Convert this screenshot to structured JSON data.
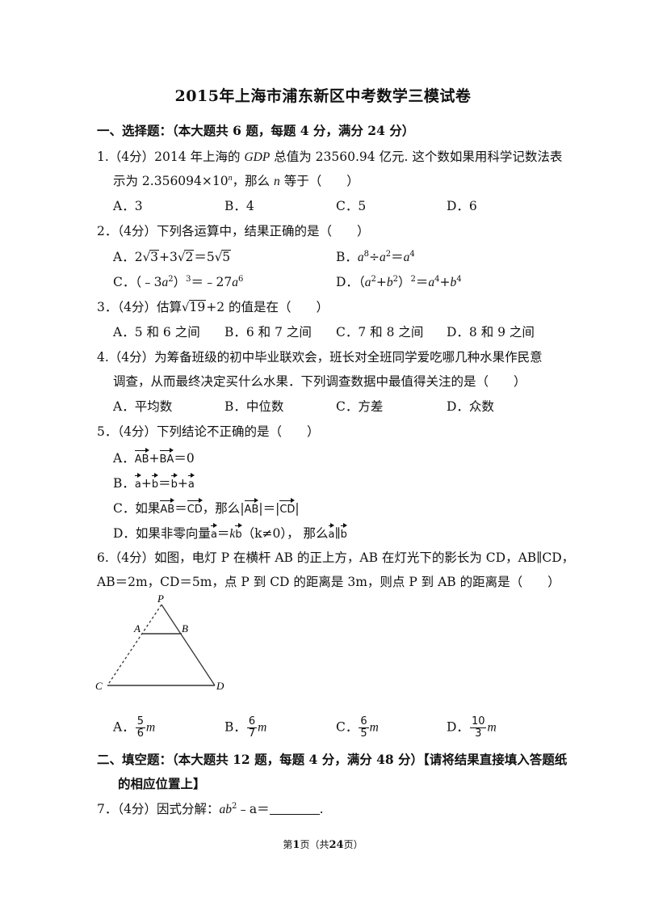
{
  "title": "2015年上海市浦东新区中考数学三模试卷",
  "section1": "一、选择题：（本大题共 6 题，每题 4 分，满分 24 分）",
  "q1": {
    "prefix": "1.（4分）2014 年上海的 ",
    "gdp": "GDP",
    "mid": " 总值为 23560.94 亿元. 这个数如果用科学记数法表",
    "line2a": "示为 2.356094×10",
    "n": "n",
    "line2b": "，那么 ",
    "line2c": " 等于（　　）",
    "options": [
      "A．3",
      "B．4",
      "C．5",
      "D．6"
    ]
  },
  "q2": {
    "stem": "2．（4分）下列各运算中，结果正确的是（　　）",
    "labels": [
      "A．",
      "B．",
      "C．",
      "D．"
    ]
  },
  "q3": {
    "stem_a": "3．（4分）估算",
    "radicand": "19",
    "stem_b": "+2 的值是在（　　）",
    "options": [
      "A．5 和 6 之间",
      "B．6 和 7 之间",
      "C．7 和 8 之间",
      "D．8 和 9 之间"
    ]
  },
  "q4": {
    "line1": "4.（4分）为筹备班级的初中毕业联欢会，班长对全班同学爱吃哪几种水果作民意",
    "line2": "调查，从而最终决定买什么水果．下列调查数据中最值得关注的是（　　）",
    "options": [
      "A．平均数",
      "B．中位数",
      "C．方差",
      "D．众数"
    ]
  },
  "q5": {
    "stem": "5．（4分）下列结论不正确的是（　　）",
    "a": "A．",
    "b": "B．",
    "c1": "C．如果",
    "c2": "，那么",
    "d1": "D．如果非零向量",
    "d2": "（",
    "d3": "k≠0）， 那么"
  },
  "q6": {
    "line1": "6.（4分）如图，电灯 P 在横杆 AB 的正上方，AB 在灯光下的影长为 CD，AB∥CD，",
    "line2": "AB＝2m，CD＝5m，点 P 到 CD 的距离是 3m，则点 P 到 AB 的距离是（　　）",
    "figure_labels": {
      "P": "P",
      "A": "A",
      "B": "B",
      "C": "C",
      "D": "D"
    },
    "options": [
      {
        "label": "A．",
        "num": "5",
        "den": "6",
        "unit": "m"
      },
      {
        "label": "B．",
        "num": "6",
        "den": "7",
        "unit": "m"
      },
      {
        "label": "C．",
        "num": "6",
        "den": "5",
        "unit": "m"
      },
      {
        "label": "D．",
        "num": "10",
        "den": "3",
        "unit": "m"
      }
    ]
  },
  "section2_line1": "二、填空题：（本大题共 12 题，每题 4 分，满分 48 分）【请将结果直接填入答题纸",
  "section2_line2": "的相应位置上】",
  "q7": {
    "prefix": "7．（4分）因式分解：",
    "expr_a": "ab",
    "expr_b": "﹣a＝",
    "end": "."
  },
  "footer": {
    "before": "第",
    "page": "1",
    "mid": "页（共",
    "total": "24",
    "after": "页）"
  }
}
